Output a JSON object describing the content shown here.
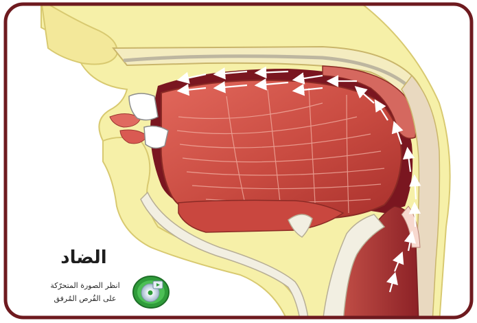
{
  "diagram": {
    "letter_title": "الضاد",
    "note_line1": "انظر الصورة المتحرّكة",
    "note_line2": "على القُرص المُرفق",
    "media_icon": "cd-disc-icon",
    "colors": {
      "frame": "#6e1a1f",
      "skin": "#f6f0a8",
      "muscle": "#c9473f",
      "cavity": "#7a1620",
      "cartilage": "#f2efe2",
      "airflow_arrows": "#ffffff",
      "icon_green": "#2f9c3a"
    }
  }
}
